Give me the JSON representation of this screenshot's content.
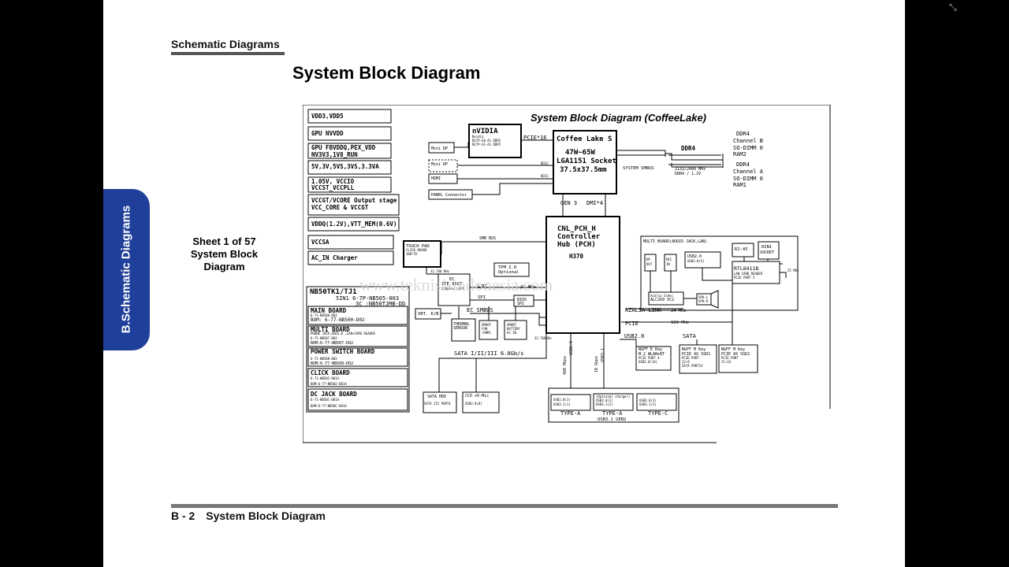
{
  "viewer": {
    "close_glyph": "⤡"
  },
  "page": {
    "section_header": "Schematic Diagrams",
    "title": "System Block Diagram",
    "side_tab": "B.Schematic Diagrams",
    "sheet": {
      "line1": "Sheet 1 of 57",
      "line2": "System Block",
      "line3": "Diagram"
    },
    "footer": {
      "page_num": "B - 2",
      "title": "System Block Diagram"
    },
    "watermark": "www.teknisi-indonesia.com"
  },
  "diagram": {
    "title": "System Block Diagram (CoffeeLake)",
    "power_rails": [
      "VDD3,VDD5",
      "GPU NVVDD",
      "GPU FBVDDQ,PEX_VDD",
      "NV3V3,1V8_RUN",
      "5V,3V,5VS,3VS,3.3VA",
      "1.05V, VCCIO",
      "VCCST_VCCPLL",
      "VCCGT/VCORE Output stage",
      "VCC_CORE & VCCGT",
      "VDDQ(1.2V),VTT_MEM(0.6V)",
      "VCCSA",
      "AC_IN Charger"
    ],
    "model": {
      "name": "NB50TK1/TJ1",
      "line1": "5IN1   6-7P-NB505-003",
      "line2": "3C :NB50TJMB-DD"
    },
    "boards": [
      {
        "name": "MAIN BOARD",
        "l1": "6-71-NB500-D02",
        "l2": "BOM: 6-77-NB500-D02"
      },
      {
        "name": "MULTI BOARD",
        "l0": "PHONE JACK,USB3.0 ,LAN+CARD READER",
        "l1": "6-71-NB507-D02",
        "l2": "BOM:6-77-NB507-D02"
      },
      {
        "name": "POWER SWITCH BOARD",
        "l1": "6-71-NB508-D02",
        "l2": "BOM:6-77-NB508-D02"
      },
      {
        "name": "CLICK BOARD",
        "l1": "6-71-NB502-D01A",
        "l2": "BOM:6-77-NB502-D01A"
      },
      {
        "name": "DC JACK BOARD",
        "l1": "6-71-NB50C-D01A",
        "l2": "BOM:6-77-NB50C-D01A"
      }
    ],
    "gpu": {
      "name": "nVIDIA",
      "l1": "Nvidia",
      "l2": "N17P-G0-A1 DDR5",
      "l3": "N17P-G1-A1 DDR5"
    },
    "cpu": {
      "name": "Coffee Lake S",
      "power": "47W~65W",
      "socket": "LGA1151 Socket",
      "size": "37.5x37.5mm"
    },
    "pch": {
      "l1": "CNL_PCH_H",
      "l2": "Controller",
      "l3": "Hub (PCH)",
      "l4": "H370"
    },
    "ddr": {
      "label": "DDR4",
      "speed": "2133/2400 MHz",
      "volt": "DDR4 / 1.2V",
      "smbus": "SYSTEM SMBUS"
    },
    "dimm_b": [
      "DDR4",
      "Channel B",
      "SO-DIMM 0",
      "RAM2"
    ],
    "dimm_a": [
      "DDR4",
      "Channel A",
      "SO-DIMM 0",
      "RAM1"
    ],
    "ports": {
      "mini_dp1": "Mini DP",
      "mini_dp2": "Mini DP",
      "hdmi": "HDMI",
      "panel": "PANEL Connector",
      "pcie16": "PCIE*16",
      "ddi2": "DDI2",
      "ddi1": "DDI1"
    },
    "buses": {
      "gen3": "GEN 3",
      "dmi": "DMI*4",
      "smb": "SMB BUS",
      "lpc": "LPC",
      "spi": "SPI",
      "ec_smbus": "EC SMBUS",
      "azalia": "AZALIA LINK",
      "pcie": "PCIE",
      "usb20": "USB2.0",
      "sata": "SATA",
      "sata_bus": "SATA I/II/III 6.0Gb/s",
      "mhz33": "33 MHz",
      "mhz24": "24 MHz",
      "mhz100": "100 MHz",
      "mhz25": "25 MHz",
      "khz1": "32.768 KHz",
      "khz2": "32.768KHz",
      "usb3a": "480 Mbps",
      "usb3b": "USB2.0",
      "usb3c": "10 Gbps",
      "usb3d": "USB3.1"
    },
    "touchpad": {
      "name": "TOUCH PAD",
      "l1": "CLICK BOARD",
      "l2": "100*55"
    },
    "tpm": {
      "l1": "TPM 2.0",
      "l2": "Optional"
    },
    "ec": {
      "name": "EC",
      "model": "ITE 8587",
      "pkg": "128pins LQFP"
    },
    "bios": {
      "l1": "BIOS",
      "l2": "SPI"
    },
    "kb": "INT. K/B",
    "thermal": {
      "l1": "THERMAL",
      "l2": "SENSOR"
    },
    "fan": {
      "l1": "SMART",
      "l2": "FAN",
      "l3": "(PWM)"
    },
    "battery": {
      "l1": "SMART",
      "l2": "BATTERY",
      "l3": "AC-IN"
    },
    "sata_hdd": {
      "l1": "SATA HDD",
      "l2": "SATA III PORT4"
    },
    "ccd": {
      "l1": "CCD +D-Mic",
      "l2": "USB2.0(8)"
    },
    "multi_board": {
      "title": "MULTI BOARD(AUDIO JACK,LAN)",
      "hp": [
        "HP",
        "OUT"
      ],
      "mic": [
        "MIC",
        "IN"
      ],
      "usb": [
        "USB2.0",
        "USB2.0(5)"
      ],
      "rj45": "RJ-45",
      "sixin1": [
        "6IN1",
        "SOCKET"
      ],
      "lan": [
        "RTL8411B",
        "LAN CARD READER",
        "PCIE PORT 5"
      ],
      "codec": [
        "Azalia Codec",
        "ALC269 VC2"
      ],
      "spk": [
        "SPK-L",
        "SPK-R"
      ]
    },
    "ngff_e": [
      "NGFF E Key",
      "M.2 WLAN+BT",
      "PCIE PORT 4",
      "USB2.0(14)"
    ],
    "ngff_m1": [
      "NGFF M Key",
      "PCIE 4X SSD1",
      "PCIE PORT",
      "12~9",
      "SATA PORT1A"
    ],
    "ngff_m2": [
      "NGFF M Key",
      "PCIE 4X SSD2",
      "PCIE PORT",
      "21~24"
    ],
    "usb_out": {
      "a1": [
        "USB2.0(1)",
        "USB3.1(1)"
      ],
      "a2": [
        "(Optional charger)",
        "USB2.0(2)",
        "USB3.1(2)"
      ],
      "c": [
        "USB2.0(3)",
        "USB3.1(3)"
      ],
      "labels": [
        "TYPE-A",
        "TYPE-A",
        "TYPE-C"
      ],
      "footer": "USB3.1 GEN2"
    }
  },
  "colors": {
    "tab": "#1f3f9a",
    "rule": "#777777"
  }
}
